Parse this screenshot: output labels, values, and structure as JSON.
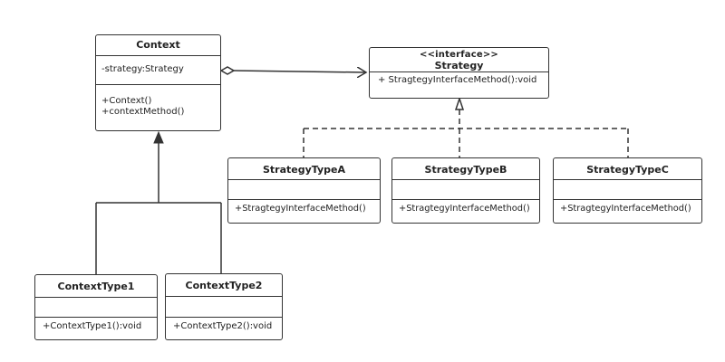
{
  "classes": {
    "context": {
      "name": "Context",
      "attributes": [
        "-strategy:Strategy"
      ],
      "methods": [
        "+Context()",
        "+contextMethod()"
      ]
    },
    "strategy": {
      "stereotype": "<<interface>>",
      "name": "Strategy",
      "methods": [
        "+ StragtegyInterfaceMethod():void"
      ]
    },
    "strategy_a": {
      "name": "StrategyTypeA",
      "attributes": [],
      "methods_text": "+StragtegyInterfaceMethod()"
    },
    "strategy_b": {
      "name": "StrategyTypeB",
      "attributes": [],
      "methods_text": "+StragtegyInterfaceMethod()"
    },
    "strategy_c": {
      "name": "StrategyTypeC",
      "attributes": [],
      "methods_text": "+StragtegyInterfaceMethod()"
    },
    "context_type1": {
      "name": "ContextType1",
      "attributes": [],
      "methods": [
        "+ContextType1():void"
      ]
    },
    "context_type2": {
      "name": "ContextType2",
      "attributes": [],
      "methods": [
        "+ContextType2():void"
      ]
    }
  },
  "colors": {
    "stroke": "#333333",
    "background": "#ffffff"
  }
}
